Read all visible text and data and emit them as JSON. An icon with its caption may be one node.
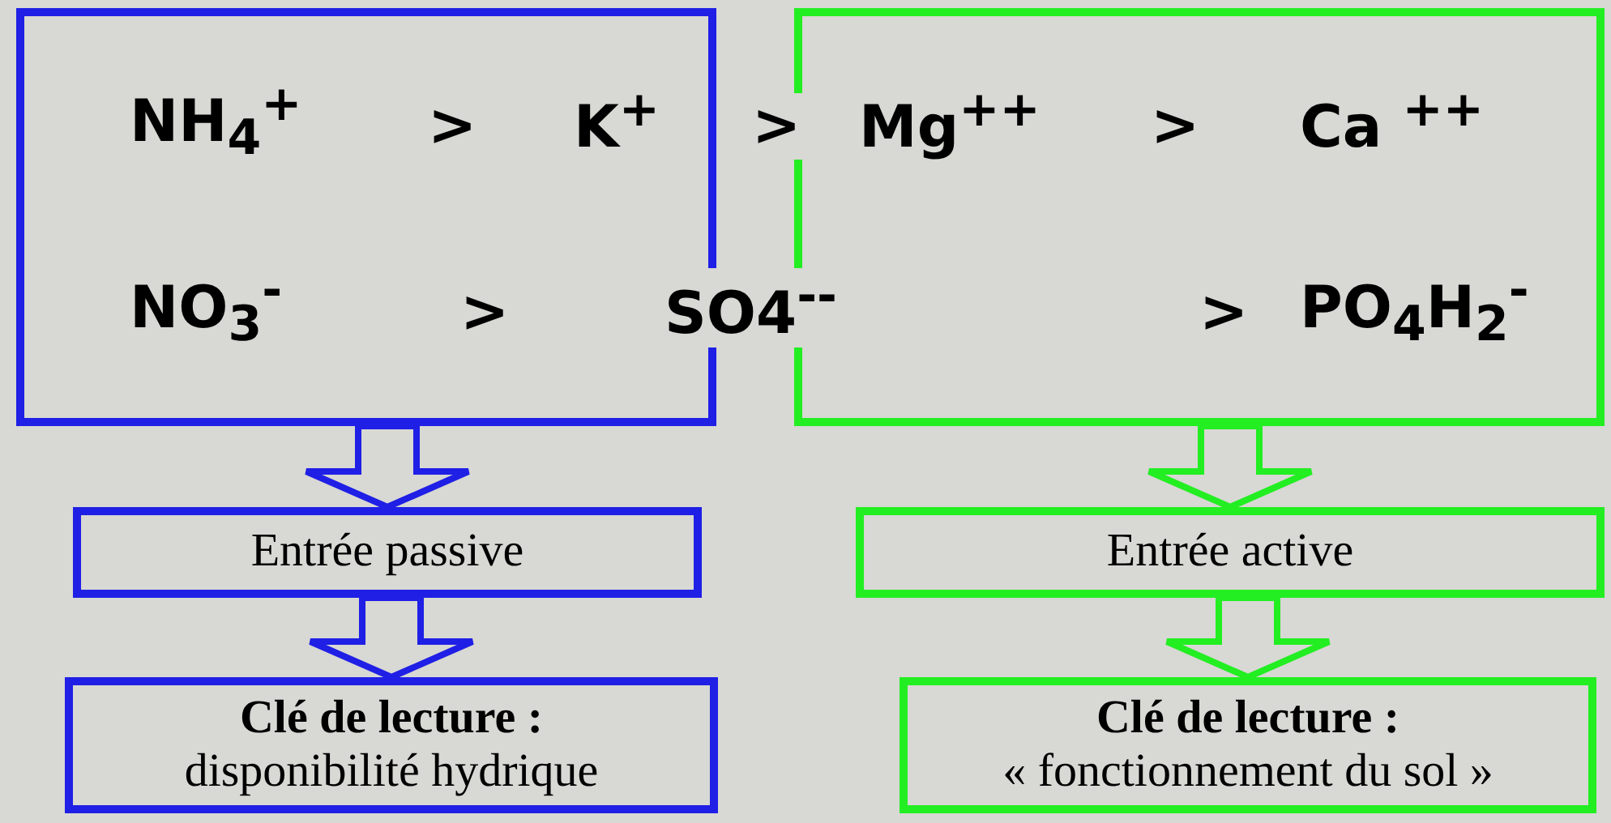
{
  "diagram": {
    "nodes": [
      {
        "text": [],
        "shape": "box"
      },
      {
        "text": [],
        "shape": "box"
      },
      {
        "text": [
          "Entrée passive"
        ]
      },
      {
        "text": [
          "Clé de lecture :",
          "disponibilité hydrique"
        ]
      },
      {
        "text": [
          "Entrée active"
        ]
      },
      {
        "text": [
          "Clé de lecture :",
          "« fonctionnement du sol »"
        ]
      }
    ],
    "edges": [
      {
        "from": 0,
        "to": 2,
        "arrow": "to",
        "color": "#1f1fe6"
      },
      {
        "from": 2,
        "to": 3,
        "arrow": "to",
        "color": "#1f1fe6"
      },
      {
        "from": 1,
        "to": 4,
        "arrow": "to",
        "color": "#22ee22"
      },
      {
        "from": 4,
        "to": 5,
        "arrow": "to",
        "color": "#22ee22"
      }
    ],
    "labels": [
      "NH$_{4}$$^{+}$",
      ">",
      "K$^{+}$",
      ">",
      "Mg$^{++}$",
      ">",
      "Ca $^{++}$",
      "NO$_{3}$$^{-}$",
      ">",
      "SO4$^{--}$",
      ">",
      "PO$_{4}$H$_{2}$$^{-}$"
    ]
  }
}
